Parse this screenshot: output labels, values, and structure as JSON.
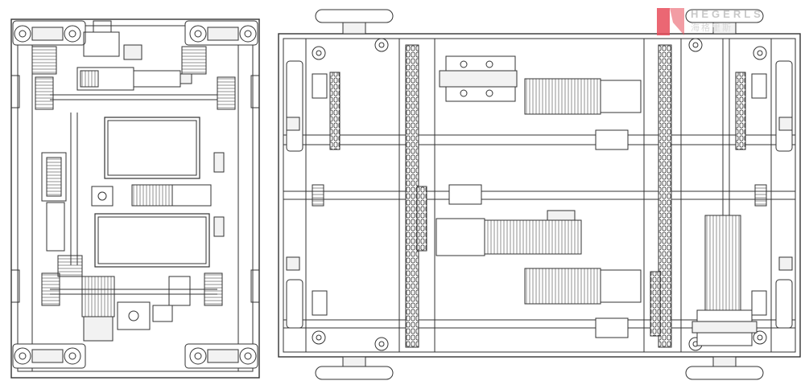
{
  "brand": {
    "name": "HEGERLS",
    "sub": "海格里斯",
    "accent": "#e84c5a",
    "icon": "hegerls-logo-icon"
  },
  "colors": {
    "line": "#333333",
    "fill_light": "#f2f2f2",
    "fill_dark": "#444444"
  },
  "views": [
    {
      "name": "top-view",
      "kind": "drawing"
    },
    {
      "name": "front-view",
      "kind": "drawing"
    }
  ]
}
